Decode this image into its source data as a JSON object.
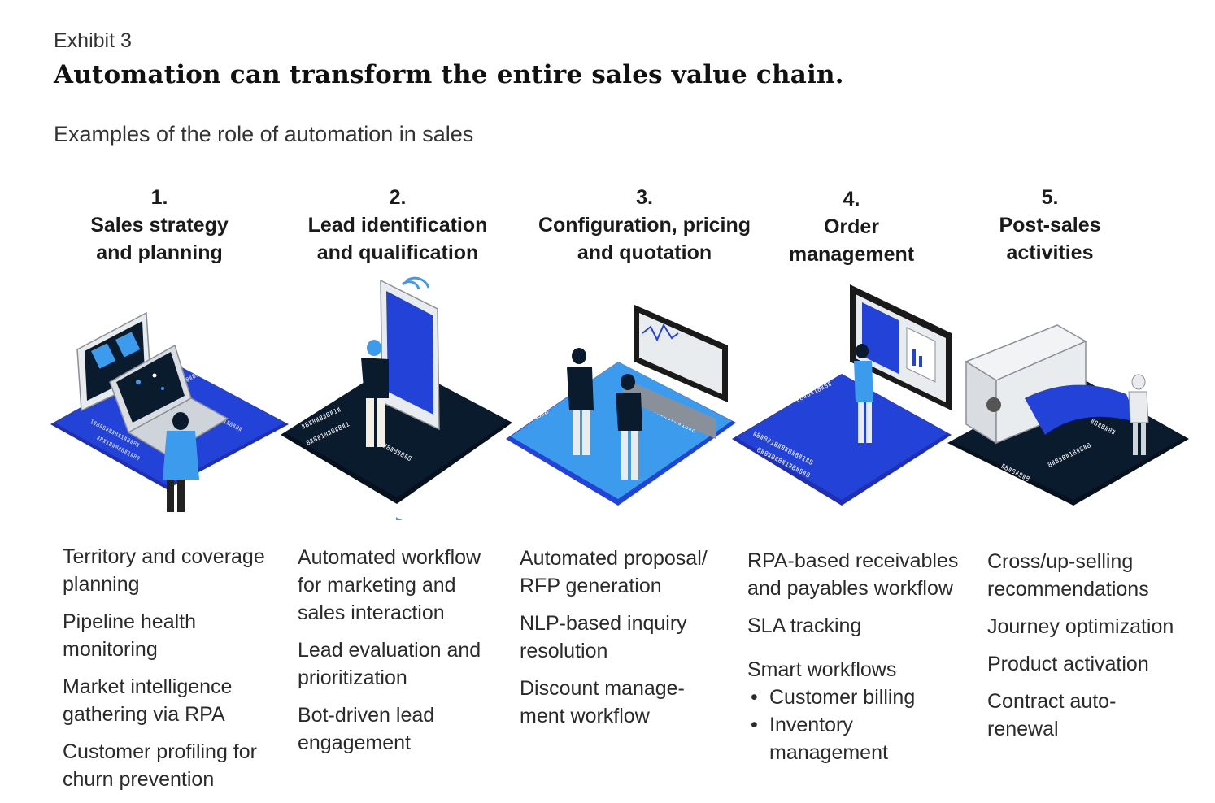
{
  "exhibit_label": "Exhibit 3",
  "title": "Automation can transform the entire sales value chain.",
  "subtitle": "Examples of the role of automation in sales",
  "stages": [
    {
      "number": "1.",
      "title_line1": "Sales strategy",
      "title_line2": "and planning",
      "items": [
        "Territory and coverage planning",
        "Pipeline health monitoring",
        "Market intelligence gathering via RPA",
        "Customer profiling for churn prevention"
      ]
    },
    {
      "number": "2.",
      "title_line1": "Lead identification",
      "title_line2": "and qualification",
      "items": [
        "Automated workflow for marketing and sales interaction",
        "Lead evaluation and prioritization",
        "Bot-driven lead engagement"
      ]
    },
    {
      "number": "3.",
      "title_line1": "Configuration, pricing",
      "title_line2": "and quotation",
      "items": [
        "Automated proposal/ RFP generation",
        "NLP-based inquiry resolution",
        "Discount manage- ment workflow"
      ]
    },
    {
      "number": "4.",
      "title_line1": "Order",
      "title_line2": "management",
      "items": [
        "RPA-based receivables and payables workflow",
        "SLA tracking",
        "Smart workflows"
      ],
      "sub_items": [
        "Customer billing",
        "Inventory management"
      ]
    },
    {
      "number": "5.",
      "title_line1": "Post-sales",
      "title_line2": "activities",
      "items": [
        "Cross/up-selling recommendations",
        "Journey optimization",
        "Product activation",
        "Contract auto- renewal"
      ]
    }
  ],
  "colors": {
    "dark_navy": "#0b1b2e",
    "royal_blue": "#2342d8",
    "sky_blue": "#3d9bee",
    "light_gray": "#d9dde2"
  }
}
